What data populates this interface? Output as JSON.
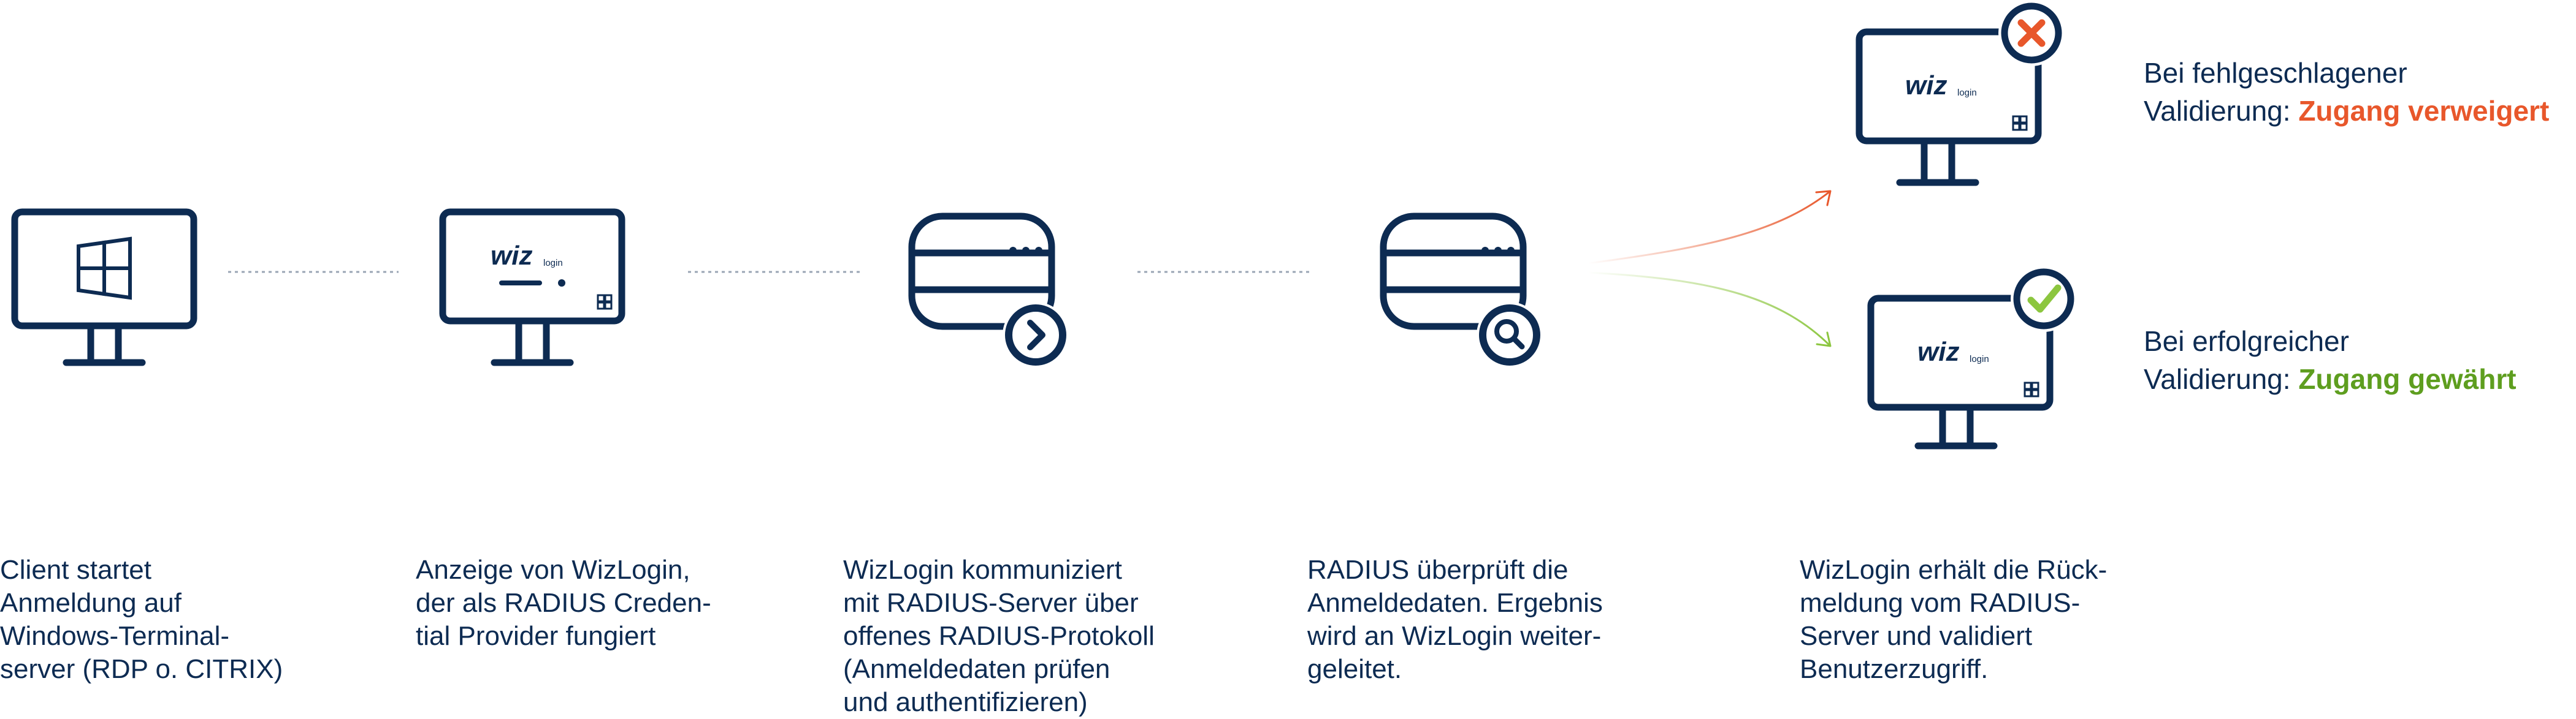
{
  "brand": {
    "wordmark": "wiz",
    "suffix": "login"
  },
  "colors": {
    "navy": "#0d2b52",
    "fail": "#e8572b",
    "success": "#5e9e1f",
    "success_icon": "#8cc63f"
  },
  "icons": {
    "client": "windows-monitor-icon",
    "provider": "wizlogin-monitor-icon",
    "communication": "database-forward-icon",
    "verification": "database-search-icon",
    "denied": "wizlogin-monitor-denied-icon",
    "granted": "wizlogin-monitor-granted-icon"
  },
  "steps": [
    {
      "lines": [
        "Client startet",
        "Anmeldung auf",
        "Windows-Terminal-",
        "server (RDP o. CITRIX)"
      ]
    },
    {
      "lines": [
        "Anzeige von WizLogin,",
        "der als RADIUS Creden-",
        "tial Provider fungiert"
      ]
    },
    {
      "lines": [
        "WizLogin kommuniziert",
        "mit RADIUS-Server über",
        "offenes RADIUS-Protokoll",
        "(Anmeldedaten prüfen",
        "und authentifizieren)"
      ]
    },
    {
      "lines": [
        "RADIUS überprüft die",
        "Anmeldedaten. Ergebnis",
        "wird an WizLogin weiter-",
        "geleitet."
      ]
    },
    {
      "lines": [
        "WizLogin erhält die Rück-",
        "meldung vom RADIUS-",
        "Server und validiert",
        "Benutzerzugriff."
      ]
    }
  ],
  "outcomes": {
    "fail": {
      "line1": "Bei fehlgeschlagener",
      "prefix": "Validierung: ",
      "result": "Zugang verweigert"
    },
    "success": {
      "line1": "Bei erfolgreicher",
      "prefix": "Validierung: ",
      "result": "Zugang gewährt"
    }
  }
}
